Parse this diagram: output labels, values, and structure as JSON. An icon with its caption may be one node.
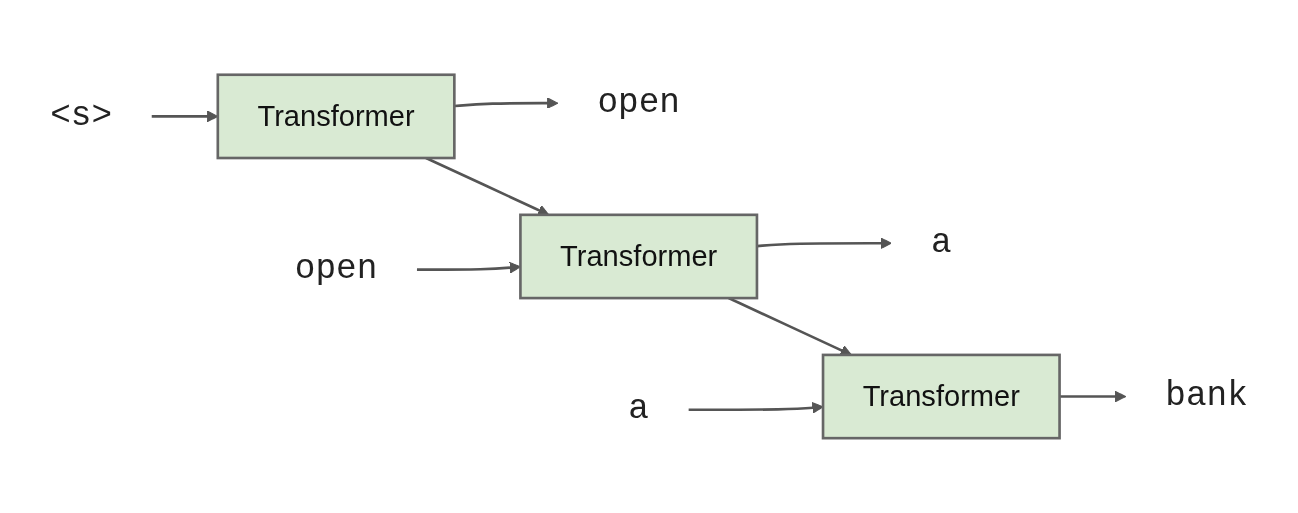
{
  "diagram": {
    "nodes": [
      {
        "text": [
          "open"
        ]
      },
      {
        "text": [
          "a"
        ]
      },
      {
        "text": [
          "bank"
        ]
      },
      {
        "text": [
          "Transformer"
        ]
      },
      {
        "text": [
          "Transformer"
        ]
      },
      {
        "text": [
          "Transformer"
        ]
      },
      {
        "text": [
          "<s>"
        ]
      },
      {
        "text": [
          "open"
        ]
      },
      {
        "text": [
          "a"
        ]
      }
    ],
    "edges": [
      {
        "from": 6,
        "to": 3,
        "arrow": "to"
      },
      {
        "from": 3,
        "to": 0,
        "arrow": "to"
      },
      {
        "from": 3,
        "to": 4,
        "arrow": "to"
      },
      {
        "from": 7,
        "to": 4,
        "arrow": "to"
      },
      {
        "from": 4,
        "to": 1,
        "arrow": "to"
      },
      {
        "from": 4,
        "to": 5,
        "arrow": "to"
      },
      {
        "from": 8,
        "to": 5,
        "arrow": "to"
      },
      {
        "from": 5,
        "to": 2,
        "arrow": "to"
      }
    ]
  }
}
